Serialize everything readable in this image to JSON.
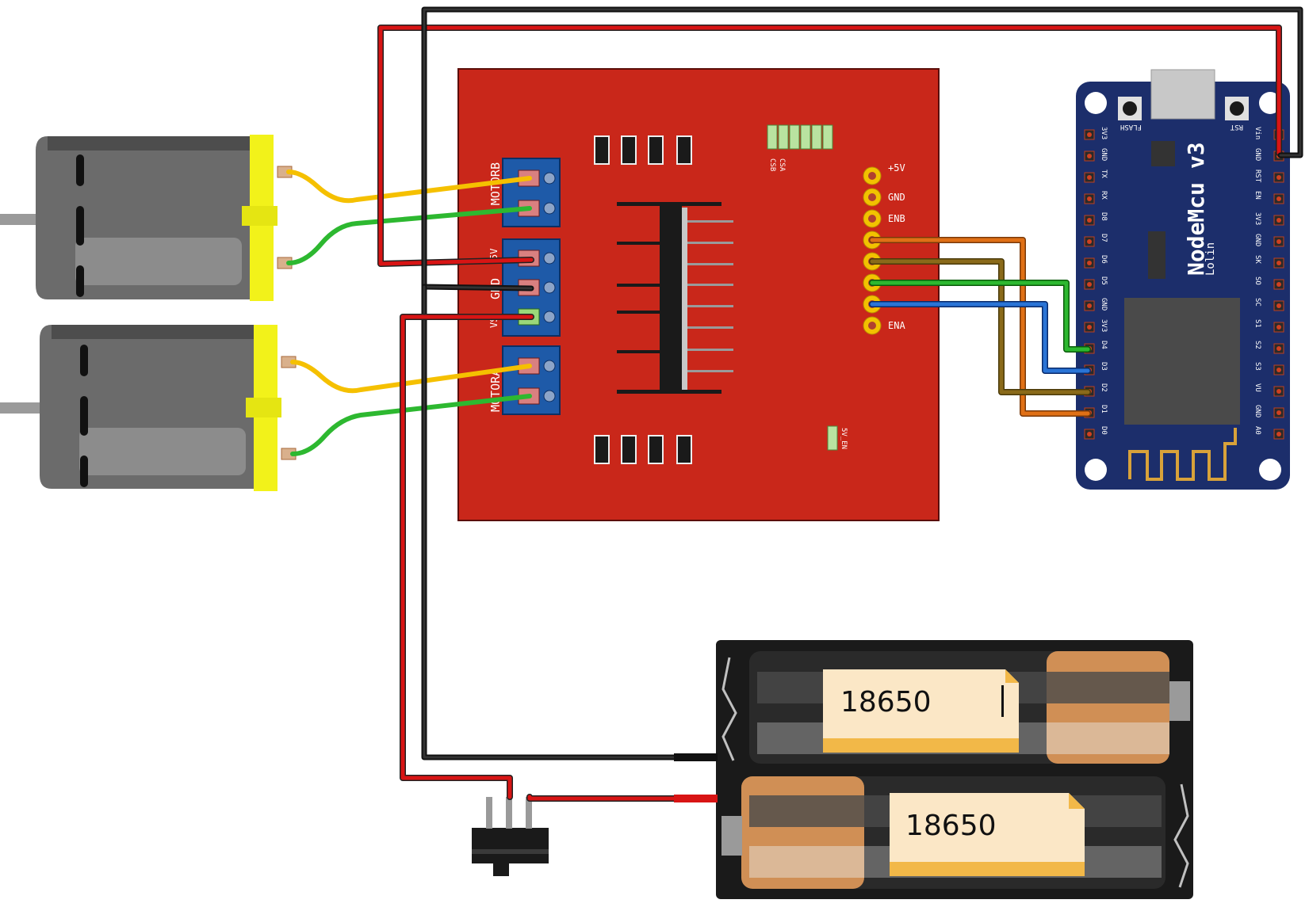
{
  "colors": {
    "background": "#ffffff",
    "driver_board": "#c9271a",
    "driver_board_border": "#5a0d08",
    "nodemcu_board": "#1c2e6b",
    "terminal_block": "#1e5aa8",
    "motor_body": "#6b6b6b",
    "motor_cap": "#f2f21a",
    "wire_red": "#d81414",
    "wire_black": "#1a1a1a",
    "wire_yellow": "#f5c000",
    "wire_green": "#2db830",
    "wire_orange": "#e07016",
    "wire_olive": "#8a6a1a",
    "wire_blue": "#2a74d6",
    "battery_holder": "#1a1a1a",
    "battery_cell": "#d08f55",
    "battery_label": "#fbe7c6"
  },
  "driver": {
    "terminal_labels": {
      "motor_b": "MOTORB",
      "power_5v": "5V",
      "power_gnd": "GND",
      "power_vs": "VS",
      "motor_a": "MOTORA"
    },
    "jumper_labels": [
      "CSB",
      "CSA"
    ],
    "header_pins": [
      "+5V",
      "GND",
      "ENB",
      "",
      "",
      "",
      "",
      "ENA"
    ],
    "enable_jumper_label": "5V_EN"
  },
  "nodemcu": {
    "title": "NodeMcu v3",
    "subtitle": "Lolin",
    "flash_button_label": "FLASH",
    "rst_button_label": "RST",
    "left_pins": [
      "3V3",
      "GND",
      "TX",
      "RX",
      "D8",
      "D7",
      "D6",
      "D5",
      "GND",
      "3V3",
      "D4",
      "D3",
      "D2",
      "D1",
      "D0"
    ],
    "right_pins": [
      "Vin",
      "GND",
      "RST",
      "EN",
      "3V3",
      "GND",
      "SK",
      "SO",
      "SC",
      "S1",
      "S2",
      "S3",
      "VU",
      "GND",
      "A0"
    ]
  },
  "battery": {
    "cells": [
      "18650",
      "18650"
    ]
  },
  "icons": {
    "motor_a": "dc-motor-icon",
    "motor_b": "dc-motor-icon",
    "switch": "slide-switch-icon",
    "battery_holder": "battery-holder-icon"
  }
}
